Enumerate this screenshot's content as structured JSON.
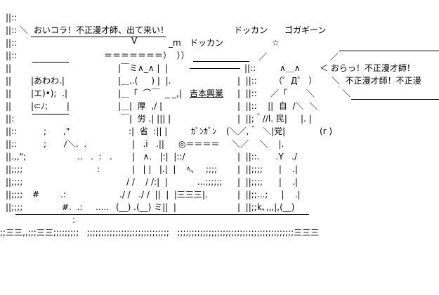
{
  "art": {
    "r0": [
      "||::"
    ],
    "r1": [
      "||::",
      "＼",
      "おいコラ！不正漫才師、出て来い！",
      "ドッカン",
      "ゴガギーン"
    ],
    "r2": [
      "||::",
      "V",
      "_m",
      "ドッカン",
      "☆"
    ],
    "r3": [
      "||::",
      "＝＝＝＝＝＝＝）  ））",
      "／",
      "／"
    ],
    "r4": [
      "||",
      "|￣ミ∧_∧ |  |",
      "||::",
      "∧＿∧",
      "＜ おらっ！不正漫才師！"
    ],
    "r5": [
      "||",
      "|あわわ.|",
      "|＿..(     ) |  |.",
      "|  ||::",
      "（゜Д゜ ）",
      "＼  不正漫才師！不正漫"
    ],
    "r6": [
      "||",
      "|エ)•);  .|",
      "|＿「  ⌒￣  _ _,|",
      "吉本興業",
      "|  ||::",
      "／「       ＼",
      "＼"
    ],
    "r7": [
      "||",
      "|⊂ﾉ;       |",
      "|＿|  厚  ,/ |",
      "|  ||::    ||  自  /＼  ＼"
    ],
    "r8": [
      "||:",
      "￣|  労 .| ||| |",
      "|  ||;＾//l. 民|     |. |"
    ],
    "r9": [
      "||::",
      ";",
      ",\"",
      ":|  省  :|| |",
      "ｶﾞﾝｶﾞﾝ",
      "(＼／,＾  ＼|党|",
      "(r )"
    ],
    "r10": [
      "||::",
      ";",
      "ﾉ＼.  .",
      "|   .i   .||",
      "◎＝＝＝＝",
      "＼／    ＼    |."
    ],
    "r11": [
      "||.,,\";",
      "..   .  :   .",
      "|   ∧.   |:|  |::/",
      "|  ||::.      .Y   ./"
    ],
    "r12": [
      "||;;;;",
      ":",
      "|   | |   |.|  |    ﾍ､    ;;;;",
      "|  ||;;;;      |    .|"
    ],
    "r13": [
      "||;;;;",
      "/ /    / /:|  |           ...;;;;;;",
      "|  ||;;;;      |    .|"
    ],
    "r14": [
      "||;;;;",
      "#",
      ".:",
      "./ /   ./ /  ||  |  |三三三|.",
      "|  ||;;...;     |    .|"
    ],
    "r15": [
      "||;;;;",
      "#.  .:",
      ".....",
      "(__) .(__) ミ||  |",
      "|  ||;;k､,,,|,(__)"
    ],
    "r16": [
      ":"
    ],
    "r17": [
      ";;三三,,;;;三三;;;;;;;;;   ;;;;;;;;;;;;;;;;;;;;;;;;;;;;;   ;;;;;;;;;;;;;;;;;;;;;;;;;;;;;;;;;;;;;;;;;三三三"
    ]
  }
}
